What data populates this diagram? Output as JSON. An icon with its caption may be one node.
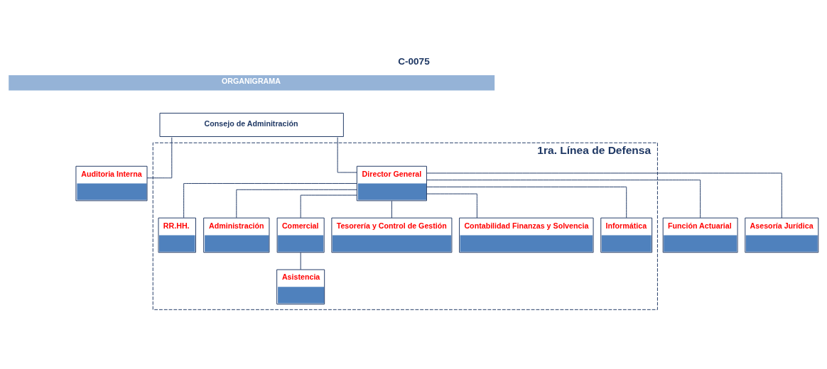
{
  "diagram": {
    "title": "C-0075",
    "nodes": [
      {
        "text": [
          "ORGANIGRAMA"
        ]
      },
      {
        "text": [
          "Consejo de Adminitración"
        ]
      },
      {
        "text": [
          "Auditoria Interna"
        ]
      },
      {
        "text": [
          "1ra. Línea de Defensa"
        ]
      },
      {
        "text": [
          "Director General"
        ],
        "in": 3
      },
      {
        "text": [
          "RR.HH."
        ],
        "in": 3
      },
      {
        "text": [
          "Administración"
        ],
        "in": 3
      },
      {
        "text": [
          "Comercial"
        ],
        "in": 3
      },
      {
        "text": [
          "Tesorería y Control de Gestión"
        ],
        "in": 3
      },
      {
        "text": [
          "Contabilidad Finanzas y Solvencia"
        ],
        "in": 3
      },
      {
        "text": [
          "Informática"
        ],
        "in": 3
      },
      {
        "text": [
          "Función Actuarial"
        ]
      },
      {
        "text": [
          "Asesoría Jurídica"
        ]
      },
      {
        "text": [
          "Asistencia"
        ],
        "in": 3
      }
    ],
    "edges": [
      {
        "from": 1,
        "to": 4,
        "arrow": "none"
      },
      {
        "from": 1,
        "to": 2,
        "arrow": "none"
      },
      {
        "from": 4,
        "to": 5,
        "arrow": "none"
      },
      {
        "from": 4,
        "to": 6,
        "arrow": "none"
      },
      {
        "from": 4,
        "to": 7,
        "arrow": "none"
      },
      {
        "from": 4,
        "to": 8,
        "arrow": "none"
      },
      {
        "from": 4,
        "to": 9,
        "arrow": "none"
      },
      {
        "from": 4,
        "to": 10,
        "arrow": "none"
      },
      {
        "from": 4,
        "to": 11,
        "arrow": "none"
      },
      {
        "from": 4,
        "to": 12,
        "arrow": "none"
      },
      {
        "from": 7,
        "to": 13,
        "arrow": "none"
      }
    ]
  }
}
